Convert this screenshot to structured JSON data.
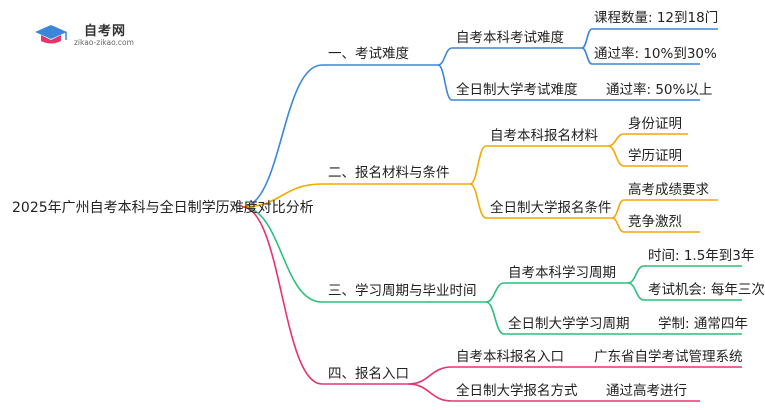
{
  "logo": {
    "name": "自考网",
    "url": "zikao-zikao.com"
  },
  "root": "2025年广州自考本科与全日制学历难度对比分析",
  "colors": {
    "blue": "#3a86d9",
    "orange": "#f2a900",
    "green": "#2bbf7a",
    "pink": "#e8336d"
  },
  "branches": [
    {
      "label": "一、考试难度",
      "children": [
        {
          "label": "自考本科考试难度",
          "leaves": [
            "课程数量: 12到18门",
            "通过率: 10%到30%"
          ]
        },
        {
          "label": "全日制大学考试难度",
          "leaves": [
            "通过率: 50%以上"
          ]
        }
      ]
    },
    {
      "label": "二、报名材料与条件",
      "children": [
        {
          "label": "自考本科报名材料",
          "leaves": [
            "身份证明",
            "学历证明"
          ]
        },
        {
          "label": "全日制大学报名条件",
          "leaves": [
            "高考成绩要求",
            "竞争激烈"
          ]
        }
      ]
    },
    {
      "label": "三、学习周期与毕业时间",
      "children": [
        {
          "label": "自考本科学习周期",
          "leaves": [
            "时间: 1.5年到3年",
            "考试机会: 每年三次"
          ]
        },
        {
          "label": "全日制大学学习周期",
          "leaves": [
            "学制: 通常四年"
          ]
        }
      ]
    },
    {
      "label": "四、报名入口",
      "children": [
        {
          "label": "自考本科报名入口",
          "leaves": [
            "广东省自学考试管理系统"
          ]
        },
        {
          "label": "全日制大学报名方式",
          "leaves": [
            "通过高考进行"
          ]
        }
      ]
    }
  ]
}
